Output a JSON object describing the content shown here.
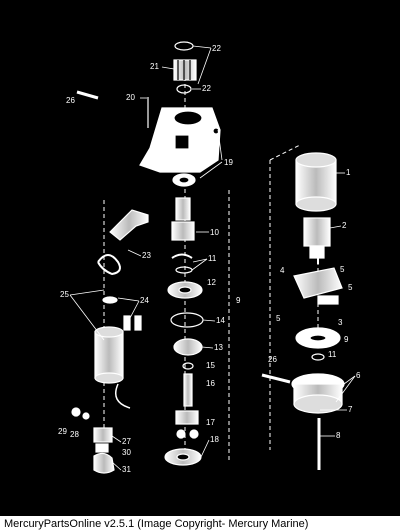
{
  "callouts": [
    "22",
    "21",
    "22",
    "20",
    "26",
    "19",
    "1",
    "10",
    "2",
    "11",
    "23",
    "4",
    "5",
    "12",
    "5",
    "9",
    "25",
    "24",
    "14",
    "5",
    "3",
    "9",
    "13",
    "11",
    "15",
    "26",
    "6",
    "16",
    "7",
    "17",
    "8",
    "29",
    "28",
    "27",
    "30",
    "18",
    "31"
  ],
  "footer": {
    "caption": "MercuryPartsOnline v2.5.1 (Image Copyright- Mercury Marine)"
  }
}
